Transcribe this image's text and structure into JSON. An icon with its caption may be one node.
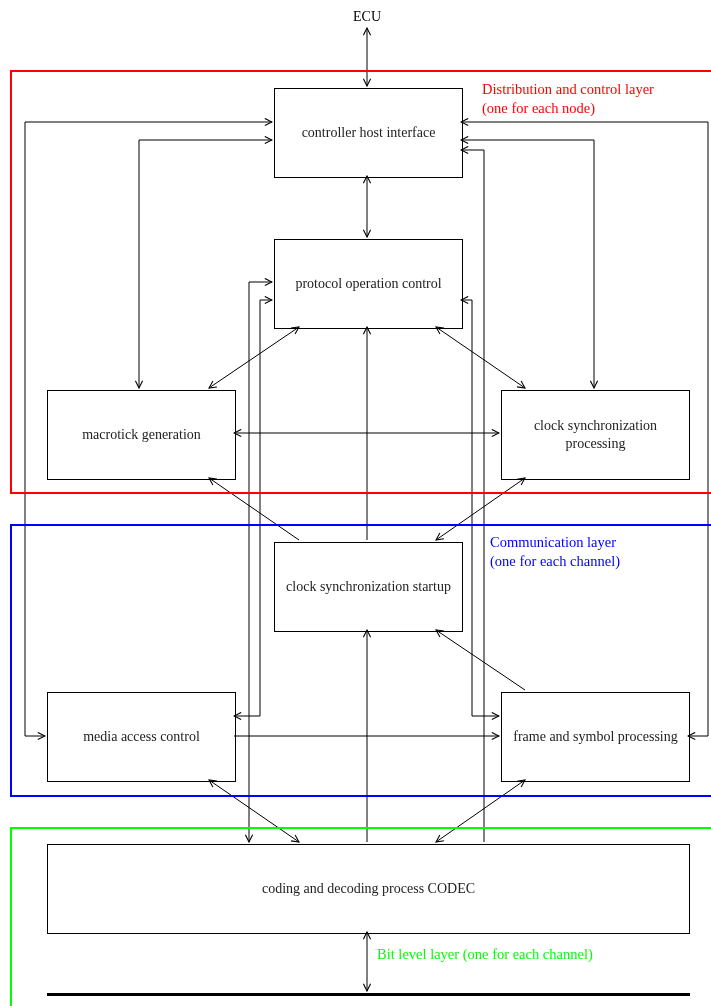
{
  "diagram": {
    "nodes": [
      {
        "text": [
          "Distribution and control layer (one for each node)"
        ]
      },
      {
        "text": [
          "controller host interface"
        ],
        "in": 0
      },
      {
        "text": [
          "protocol operation control"
        ],
        "in": 0
      },
      {
        "text": [
          "macrotick generation"
        ],
        "in": 0
      },
      {
        "text": [
          "clock synchronization processing"
        ],
        "in": 0
      },
      {
        "text": [
          "Communication layer (one for each channel)"
        ]
      },
      {
        "text": [
          "clock synchronization startup"
        ],
        "in": 5
      },
      {
        "text": [
          "media access control"
        ],
        "in": 5
      },
      {
        "text": [
          "frame and symbol processing"
        ],
        "in": 5
      },
      {
        "text": [
          "Bit level layer (one for each channel)"
        ]
      },
      {
        "text": [
          "coding and decoding process CODEC"
        ],
        "in": 9
      },
      {
        "text": [
          "ECU"
        ]
      },
      {
        "text": [],
        "shape": "bar",
        "in": 9
      }
    ],
    "edges": [
      {
        "from": 11,
        "to": 1,
        "arrow": "both"
      },
      {
        "from": 1,
        "to": 2,
        "arrow": "both"
      },
      {
        "from": 7,
        "to": 1,
        "arrow": "both"
      },
      {
        "from": 3,
        "to": 1,
        "arrow": "both"
      },
      {
        "from": 8,
        "to": 1,
        "arrow": "both"
      },
      {
        "from": 4,
        "to": 1,
        "arrow": "both"
      },
      {
        "from": 10,
        "to": 1,
        "arrow": "to"
      },
      {
        "from": 2,
        "to": 3,
        "arrow": "both"
      },
      {
        "from": 2,
        "to": 4,
        "arrow": "both"
      },
      {
        "from": 3,
        "to": 4,
        "arrow": "both"
      },
      {
        "from": 6,
        "to": 2,
        "arrow": "to"
      },
      {
        "from": 6,
        "to": 3,
        "arrow": "to"
      },
      {
        "from": 4,
        "to": 6,
        "arrow": "both"
      },
      {
        "from": 8,
        "to": 6,
        "arrow": "to"
      },
      {
        "from": 10,
        "to": 6,
        "arrow": "to"
      },
      {
        "from": 7,
        "to": 2,
        "arrow": "both"
      },
      {
        "from": 2,
        "to": 10,
        "arrow": "both"
      },
      {
        "from": 2,
        "to": 8,
        "arrow": "both"
      },
      {
        "from": 7,
        "to": 8,
        "arrow": "to"
      },
      {
        "from": 7,
        "to": 10,
        "arrow": "both"
      },
      {
        "from": 8,
        "to": 10,
        "arrow": "both"
      },
      {
        "from": 10,
        "to": 12,
        "arrow": "both"
      }
    ]
  }
}
